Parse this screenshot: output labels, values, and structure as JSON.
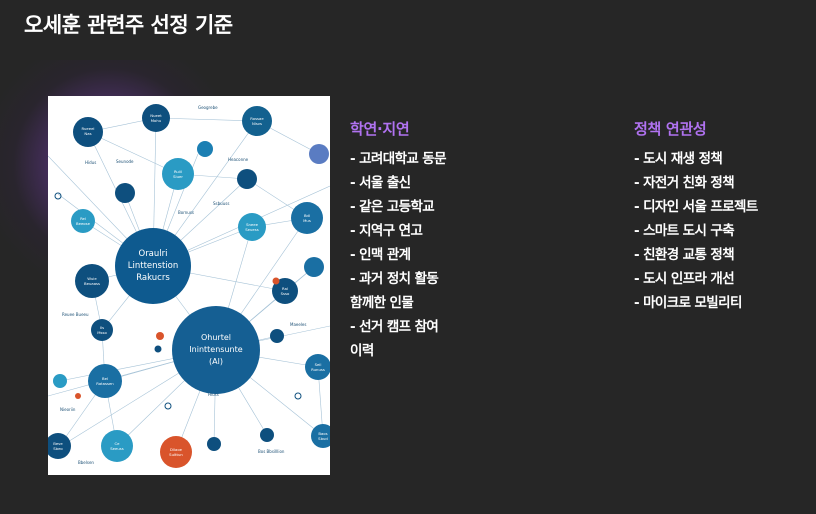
{
  "title": "오세훈 관련주 선정 기준",
  "figure": {
    "hub_main_lines": [
      "Oraulri",
      "Linttenstion",
      "Rakucrs"
    ],
    "hub_second_lines": [
      "Ohurtel",
      "Ininttensunte",
      "(Al)"
    ]
  },
  "columns": [
    {
      "heading": "학연·지연",
      "items": [
        "- 고려대학교 동문",
        "- 서울 출신",
        "- 같은 고등학교",
        "- 지역구 연고",
        "- 인맥 관계",
        "- 과거 정치 활동",
        "함께한 인물",
        "- 선거 캠프 참여",
        "이력"
      ]
    },
    {
      "heading": "정책 연관성",
      "items": [
        "- 도시 재생 정책",
        "- 자전거 친화 정책",
        "- 디자인 서울 프로젝트",
        "- 스마트 도시 구축",
        "- 친환경 교통 정책",
        "- 도시 인프라 개선",
        "- 마이크로 모빌리티"
      ]
    }
  ],
  "colors": {
    "background": "#262626",
    "accent": "#b072f0",
    "node_dark": "#0e4f7e",
    "node_mid": "#1a6fa3",
    "node_light": "#2a9bc4",
    "node_orange": "#d9542b"
  }
}
